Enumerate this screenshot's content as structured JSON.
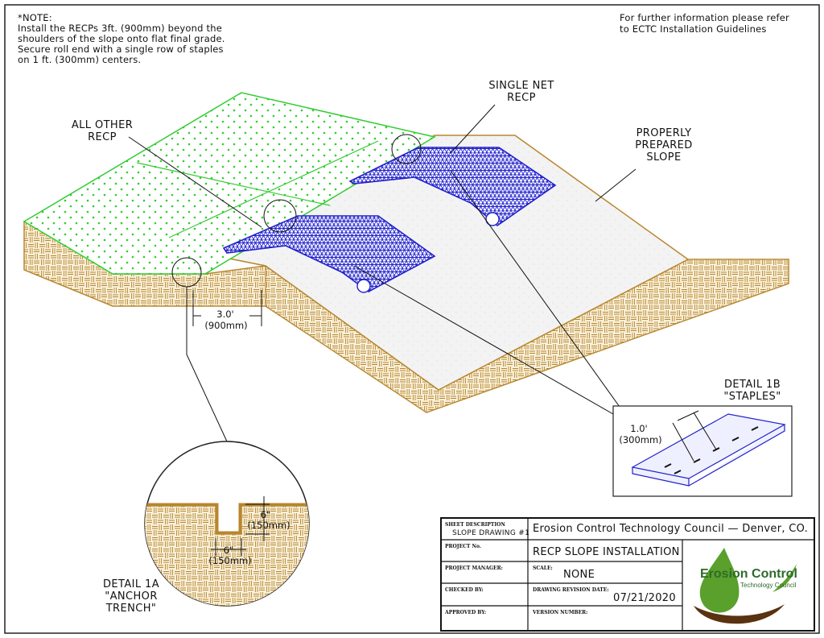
{
  "note": {
    "heading": "*NOTE:",
    "line1": "Install the RECPs 3ft. (900mm) beyond the",
    "line2": "shoulders of the slope onto flat final grade.",
    "line3": "Secure roll end with a single row of staples",
    "line4": "on 1 ft. (300mm) centers."
  },
  "reference": {
    "line1": "For further information please refer",
    "line2": "to ECTC Installation Guidelines"
  },
  "labels": {
    "single_net": "SINGLE NET\nRECP",
    "all_other": "ALL OTHER\nRECP",
    "properly_prepared": "PROPERLY\nPREPARED\nSLOPE",
    "dim_3ft": "3.0'",
    "dim_900mm": "(900mm)"
  },
  "detail_1b": {
    "title": "DETAIL 1B\n\"STAPLES\"",
    "dim_1ft": "1.0'",
    "dim_300mm": "(300mm)"
  },
  "detail_1a": {
    "title": "DETAIL 1A\n\"ANCHOR\nTRENCH\"",
    "depth": "6\"",
    "depth_mm": "(150mm)",
    "width": "6\"",
    "width_mm": "(150mm)"
  },
  "title_block": {
    "sheet_description_label": "SHEET DESCRIPTION",
    "sheet_description": "SLOPE DRAWING #1",
    "organization": "Erosion Control Technology Council — Denver, CO.",
    "project_label": "PROJECT No.",
    "project": "RECP SLOPE INSTALLATION",
    "manager_label": "PROJECT MANAGER:",
    "scale_label": "SCALE:",
    "scale": "NONE",
    "checked_label": "CHECKED BY:",
    "revision_label": "DRAWING REVISION DATE:",
    "revision_date": "07/21/2020",
    "approved_label": "APPROVED BY:",
    "version_label": "VERSION NUMBER:"
  },
  "logo": {
    "name": "Erosion Control",
    "subtitle": "Technology Council"
  },
  "colors": {
    "soil": "#b8862e",
    "blanket_single_net": "#2222cc",
    "blanket_other": "#33cc33",
    "slope_surface": "#f2f2f2",
    "logo_green": "#5aa02c",
    "logo_brown": "#5a3210"
  }
}
